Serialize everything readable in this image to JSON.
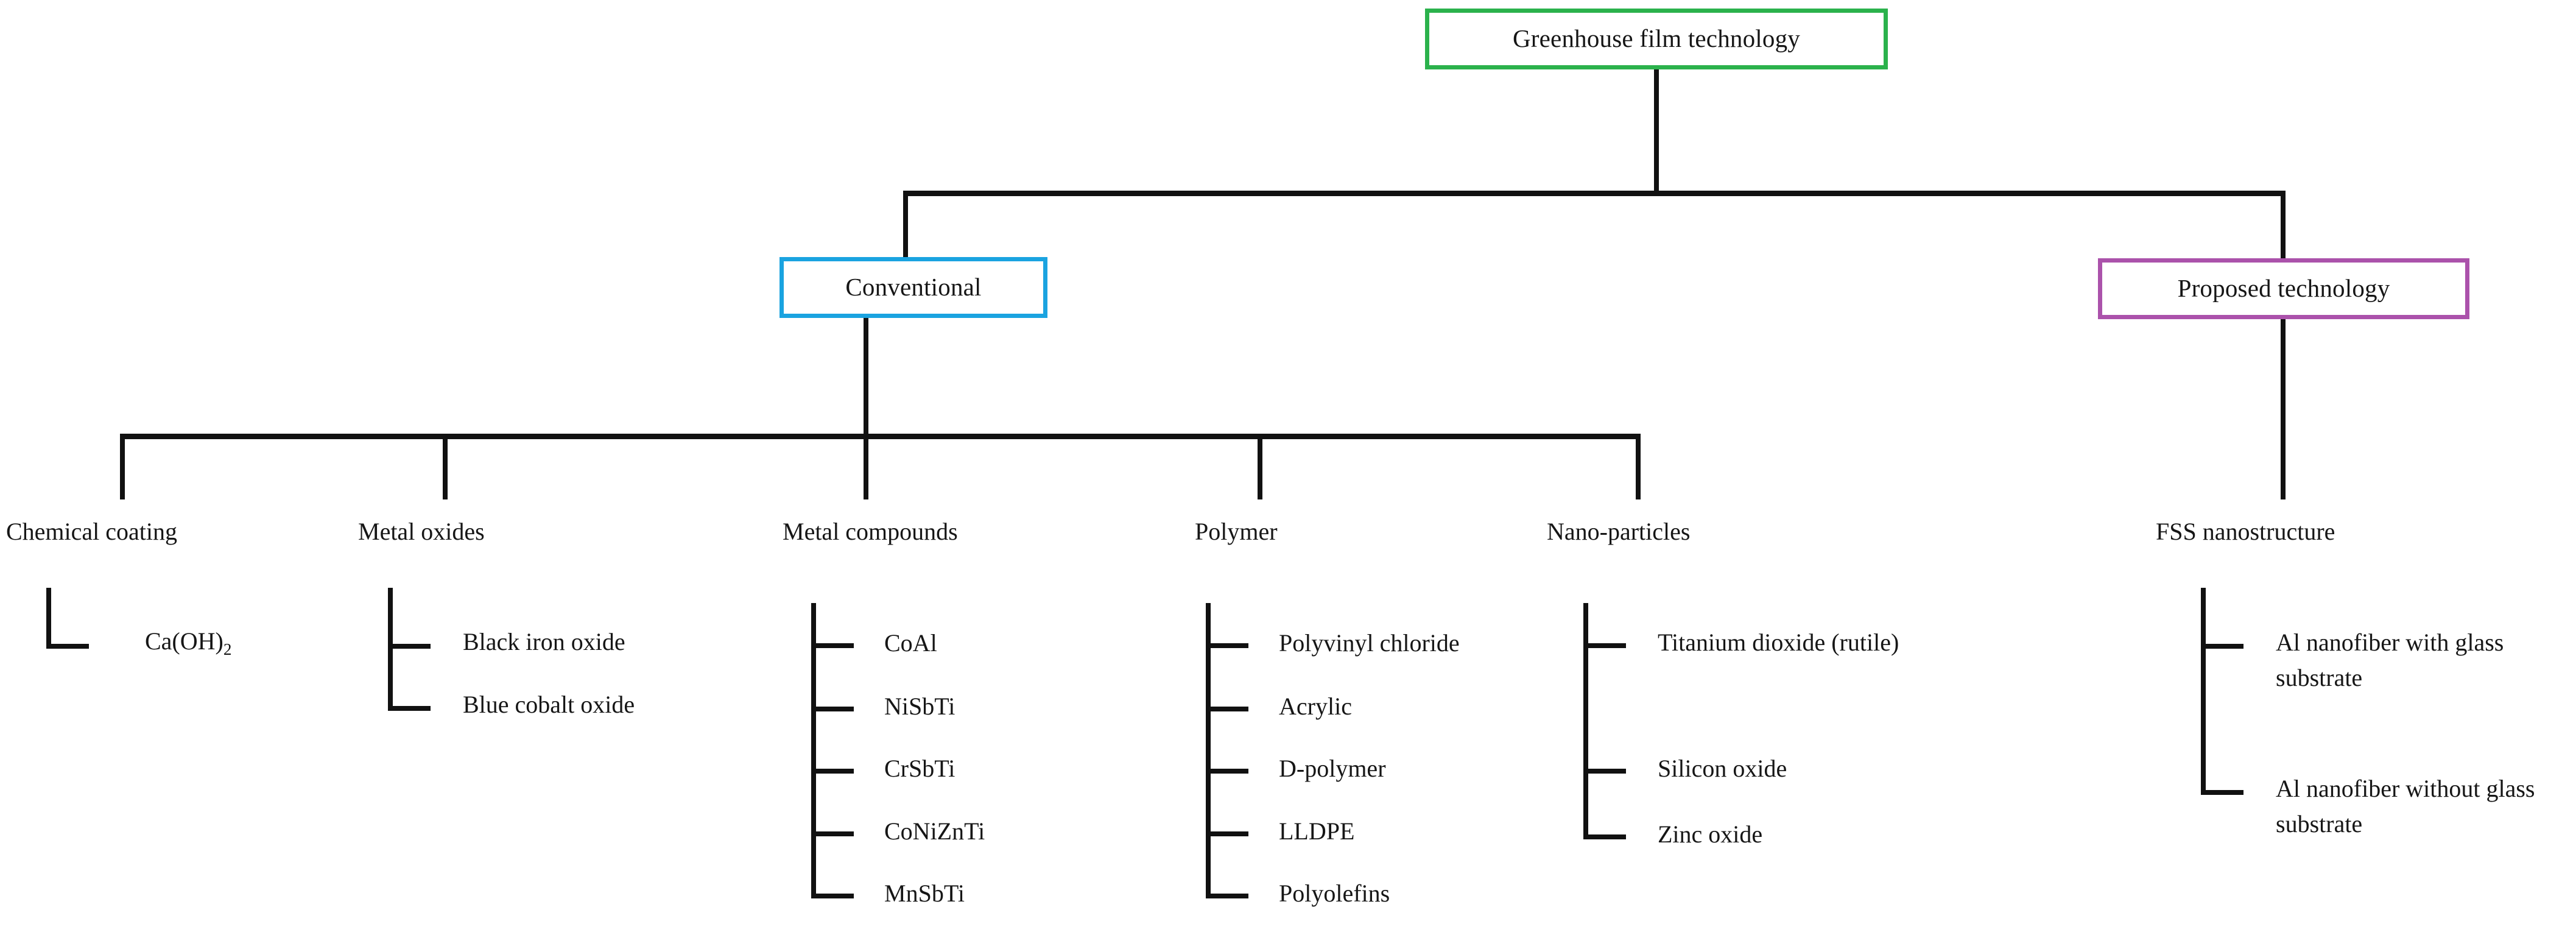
{
  "diagram": {
    "title": "Greenhouse film technology",
    "root": {
      "label": "Greenhouse film technology",
      "border_color": "#2bb24c"
    },
    "level2": [
      {
        "label": "Conventional",
        "border_color": "#1aa3e0"
      },
      {
        "label": "Proposed technology",
        "border_color": "#ab52ab"
      }
    ],
    "categories": [
      {
        "label": "Chemical coating",
        "parent": "Conventional",
        "leaves": [
          {
            "text": "Ca(OH)",
            "subscript": "2"
          }
        ]
      },
      {
        "label": "Metal oxides",
        "parent": "Conventional",
        "leaves": [
          {
            "text": "Black iron oxide"
          },
          {
            "text": "Blue cobalt oxide"
          }
        ]
      },
      {
        "label": "Metal compounds",
        "parent": "Conventional",
        "leaves": [
          {
            "text": "CoAl"
          },
          {
            "text": "NiSbTi"
          },
          {
            "text": "CrSbTi"
          },
          {
            "text": "CoNiZnTi"
          },
          {
            "text": "MnSbTi"
          }
        ]
      },
      {
        "label": "Polymer",
        "parent": "Conventional",
        "leaves": [
          {
            "text": "Polyvinyl chloride"
          },
          {
            "text": "Acrylic"
          },
          {
            "text": "D-polymer"
          },
          {
            "text": "LLDPE"
          },
          {
            "text": "Polyolefins"
          }
        ]
      },
      {
        "label": "Nano-particles",
        "parent": "Conventional",
        "leaves": [
          {
            "text": "Titanium dioxide (rutile)"
          },
          {
            "text": "Silicon oxide"
          },
          {
            "text": "Zinc oxide"
          }
        ]
      },
      {
        "label": "FSS nanostructure",
        "parent": "Proposed technology",
        "leaves": [
          {
            "text": "Al nanofiber with glass substrate"
          },
          {
            "text": "Al nanofiber without glass substrate"
          }
        ]
      }
    ],
    "line_color": "#111111",
    "background": "#ffffff"
  }
}
